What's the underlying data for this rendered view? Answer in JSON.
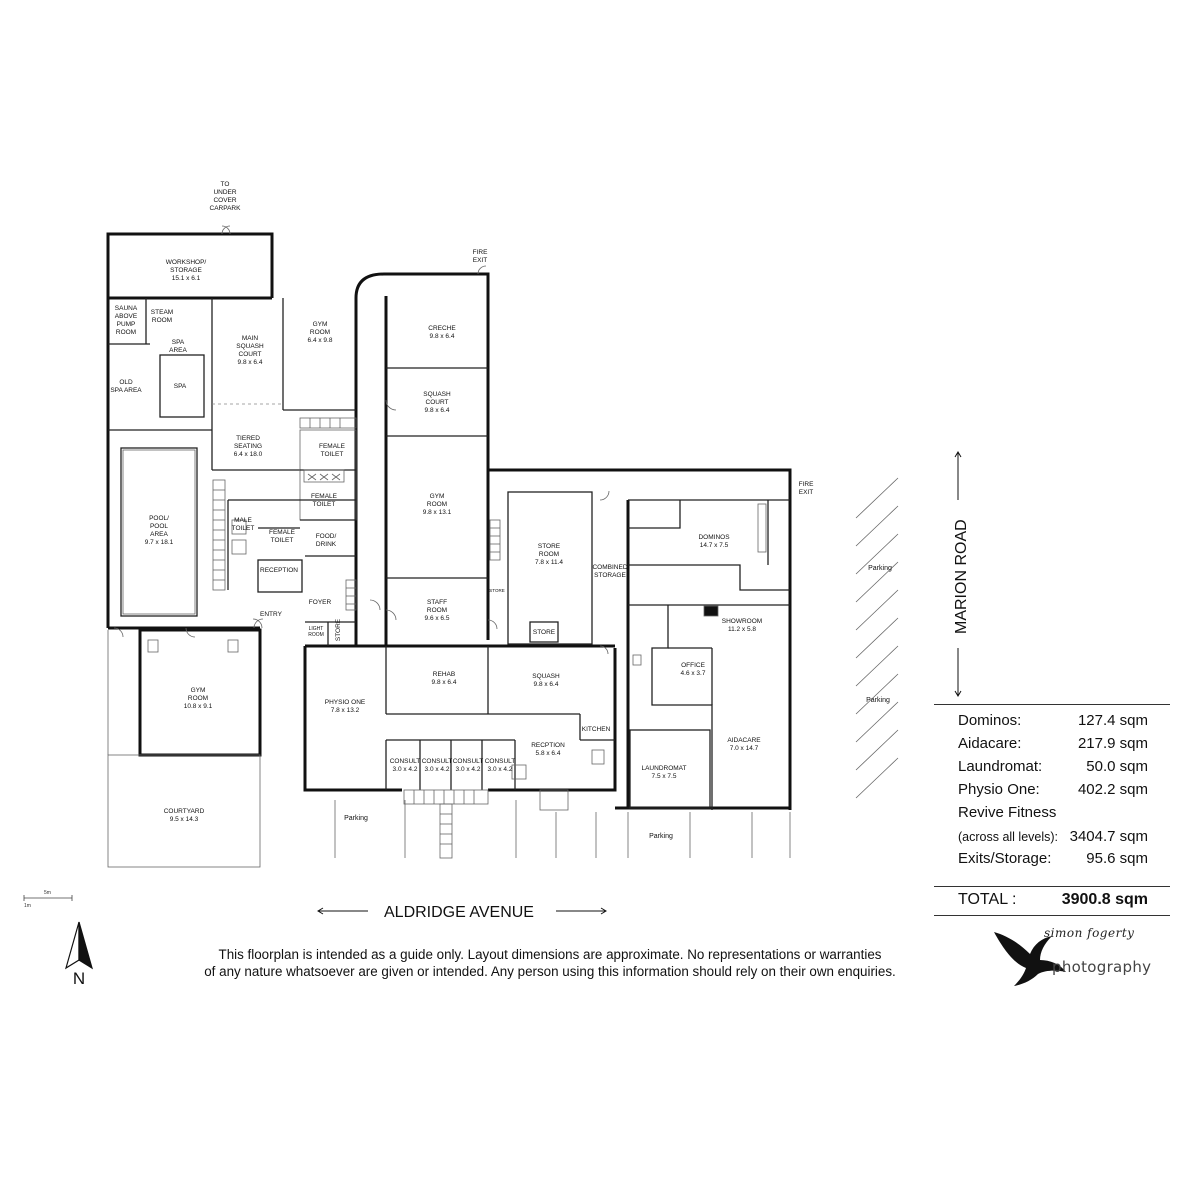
{
  "streets": {
    "south": "ALDRIDGE AVENUE",
    "east": "MARION ROAD"
  },
  "access_labels": {
    "carpark_line1": "TO",
    "carpark_line2": "UNDER",
    "carpark_line3": "COVER",
    "carpark_line4": "CARPARK",
    "fire_exit_line1": "FIRE",
    "fire_exit_line2": "EXIT"
  },
  "rooms": {
    "workshop": {
      "line1": "WORKSHOP/",
      "line2": "STORAGE",
      "dim": "15.1 x 6.1"
    },
    "sauna": {
      "line1": "SAUNA",
      "line2": "ABOVE",
      "line3": "PUMP",
      "line4": "ROOM"
    },
    "steam": {
      "line1": "STEAM",
      "line2": "ROOM"
    },
    "spa_area": {
      "line1": "SPA",
      "line2": "AREA"
    },
    "spa": {
      "label": "SPA"
    },
    "old_spa": {
      "line1": "OLD",
      "line2": "SPA AREA"
    },
    "main_squash": {
      "line1": "MAIN",
      "line2": "SQUASH",
      "line3": "COURT",
      "dim": "9.8 x 6.4"
    },
    "gym_upper": {
      "line1": "GYM",
      "line2": "ROOM",
      "dim": "6.4 x 9.8"
    },
    "creche": {
      "label": "CRECHE",
      "dim": "9.8 x 6.4"
    },
    "squash_court": {
      "line1": "SQUASH",
      "line2": "COURT",
      "dim": "9.8 x 6.4"
    },
    "tiered": {
      "line1": "TIERED",
      "line2": "SEATING",
      "dim": "6.4 x 18.0"
    },
    "female_toilet_1": {
      "line1": "FEMALE",
      "line2": "TOILET"
    },
    "female_toilet_2": {
      "line1": "FEMALE",
      "line2": "TOILET"
    },
    "female_toilet_3": {
      "line1": "FEMALE",
      "line2": "TOILET"
    },
    "male_toilet": {
      "line1": "MALE",
      "line2": "TOILET"
    },
    "food_drink": {
      "line1": "FOOD/",
      "line2": "DRINK"
    },
    "pool": {
      "line1": "POOL/",
      "line2": "POOL",
      "line3": "AREA",
      "dim": "9.7 x 18.1"
    },
    "gym_mid": {
      "line1": "GYM",
      "line2": "ROOM",
      "dim": "9.8 x 13.1"
    },
    "reception_left": {
      "label": "RECEPTION"
    },
    "entry": {
      "label": "ENTRY"
    },
    "foyer": {
      "label": "FOYER"
    },
    "light_room": {
      "line1": "LIGHT",
      "line2": "ROOM"
    },
    "store_small": {
      "label": "STORE"
    },
    "staff_room": {
      "line1": "STAFF",
      "line2": "ROOM",
      "dim": "9.6 x 6.5"
    },
    "store_room": {
      "line1": "STORE",
      "line2": "ROOM",
      "dim": "7.8 x 11.4"
    },
    "store_inner": {
      "label": "STORE"
    },
    "store_tiny": {
      "label": "STORE"
    },
    "combined_storage": {
      "line1": "COMBINED",
      "line2": "STORAGE"
    },
    "dominos": {
      "label": "DOMINOS",
      "dim": "14.7 x 7.5"
    },
    "showroom": {
      "label": "SHOWROOM",
      "dim": "11.2 x 5.8"
    },
    "office": {
      "label": "OFFICE",
      "dim": "4.6 x 3.7"
    },
    "aidacare": {
      "label": "AIDACARE",
      "dim": "7.0 x 14.7"
    },
    "laundromat": {
      "label": "LAUNDROMAT",
      "dim": "7.5 x 7.5"
    },
    "gym_lower": {
      "line1": "GYM",
      "line2": "ROOM",
      "dim": "10.8 x 9.1"
    },
    "courtyard": {
      "label": "COURTYARD",
      "dim": "9.5 x 14.3"
    },
    "physio_one": {
      "label": "PHYSIO ONE",
      "dim": "7.8 x 13.2"
    },
    "rehab": {
      "label": "REHAB",
      "dim": "9.8 x 6.4"
    },
    "squash_right": {
      "label": "SQUASH",
      "dim": "9.8 x 6.4"
    },
    "kitchen": {
      "label": "KITCHEN"
    },
    "reception_right": {
      "label": "RECPTION",
      "dim": "5.8 x 6.4"
    },
    "consult_1": {
      "label": "CONSULT",
      "dim": "3.0 x 4.2"
    },
    "consult_2": {
      "label": "CONSULT",
      "dim": "3.0 x 4.2"
    },
    "consult_3": {
      "label": "CONSULT",
      "dim": "3.0 x 4.2"
    },
    "consult_4": {
      "label": "CONSULT",
      "dim": "3.0 x 4.2"
    }
  },
  "parking": {
    "bottom_left": "Parking",
    "bottom_right": "Parking",
    "right_upper": "Parking",
    "right_lower": "Parking"
  },
  "scale_bar": {
    "major": "5m",
    "minor": "1m"
  },
  "compass": {
    "label": "N"
  },
  "areas": {
    "rows": [
      {
        "name": "Dominos:",
        "value": "127.4 sqm"
      },
      {
        "name": "Aidacare:",
        "value": "217.9 sqm"
      },
      {
        "name": "Laundromat:",
        "value": "50.0 sqm"
      },
      {
        "name": "Physio One:",
        "value": "402.2 sqm"
      }
    ],
    "revive_name": "Revive Fitness",
    "revive_note": "(across all levels):",
    "revive_value": "3404.7 sqm",
    "exits_name": "Exits/Storage:",
    "exits_value": "95.6 sqm",
    "total_name": "TOTAL :",
    "total_value": "3900.8 sqm"
  },
  "disclaimer": {
    "line1": "This floorplan is intended as a guide only. Layout dimensions are approximate. No representations or warranties",
    "line2": "of any nature whatsoever are given or intended. Any person using this information should rely on their own enquiries."
  },
  "logo": {
    "script": "simon fogerty",
    "word": "photography"
  }
}
